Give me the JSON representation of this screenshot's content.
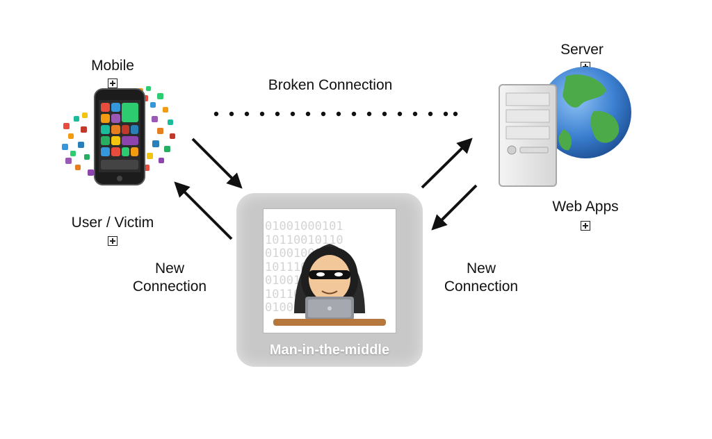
{
  "diagram": {
    "broken_connection": "Broken Connection",
    "mobile": {
      "label": "Mobile",
      "victim_label": "User / Victim"
    },
    "server": {
      "label": "Server",
      "apps_label": "Web Apps"
    },
    "attacker": {
      "label": "Man-in-the-middle"
    },
    "left_link_label": {
      "line1": "New",
      "line2": "Connection"
    },
    "right_link_label": {
      "line1": "New",
      "line2": "Connection"
    }
  },
  "colors": {
    "panel_gray": "#c8c8c8",
    "arrow": "#111111",
    "globe_blue": "#3b7fd0",
    "globe_green": "#4caa48"
  },
  "icons": {
    "mobile": "smartphone-with-app-icons",
    "server": "server-tower-with-globe",
    "attacker": "hooded-hacker-at-laptop",
    "expand": "expand-plus-box"
  }
}
